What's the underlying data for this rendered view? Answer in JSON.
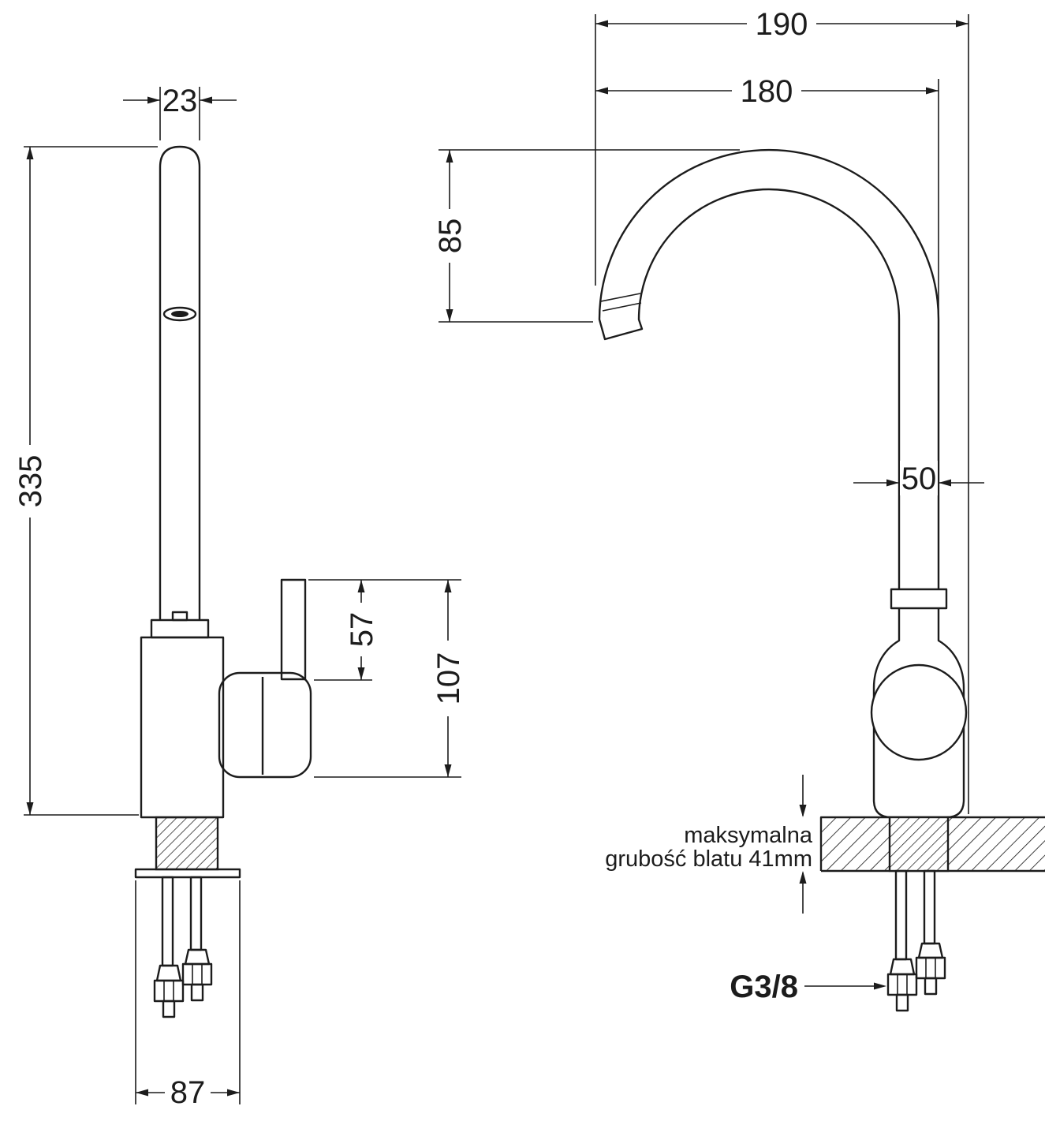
{
  "colors": {
    "line": "#1c1c1c",
    "background": "#ffffff"
  },
  "side_view": {
    "spout_diameter": "23",
    "total_height": "335",
    "handle_height": "57",
    "body_height": "107",
    "base_width": "87"
  },
  "front_view": {
    "overall_width": "190",
    "spout_reach": "180",
    "spout_height": "85",
    "pipe_spacing": "50",
    "countertop_note_line1": "maksymalna",
    "countertop_note_line2": "grubość blatu 41mm",
    "thread_size": "G3/8"
  }
}
